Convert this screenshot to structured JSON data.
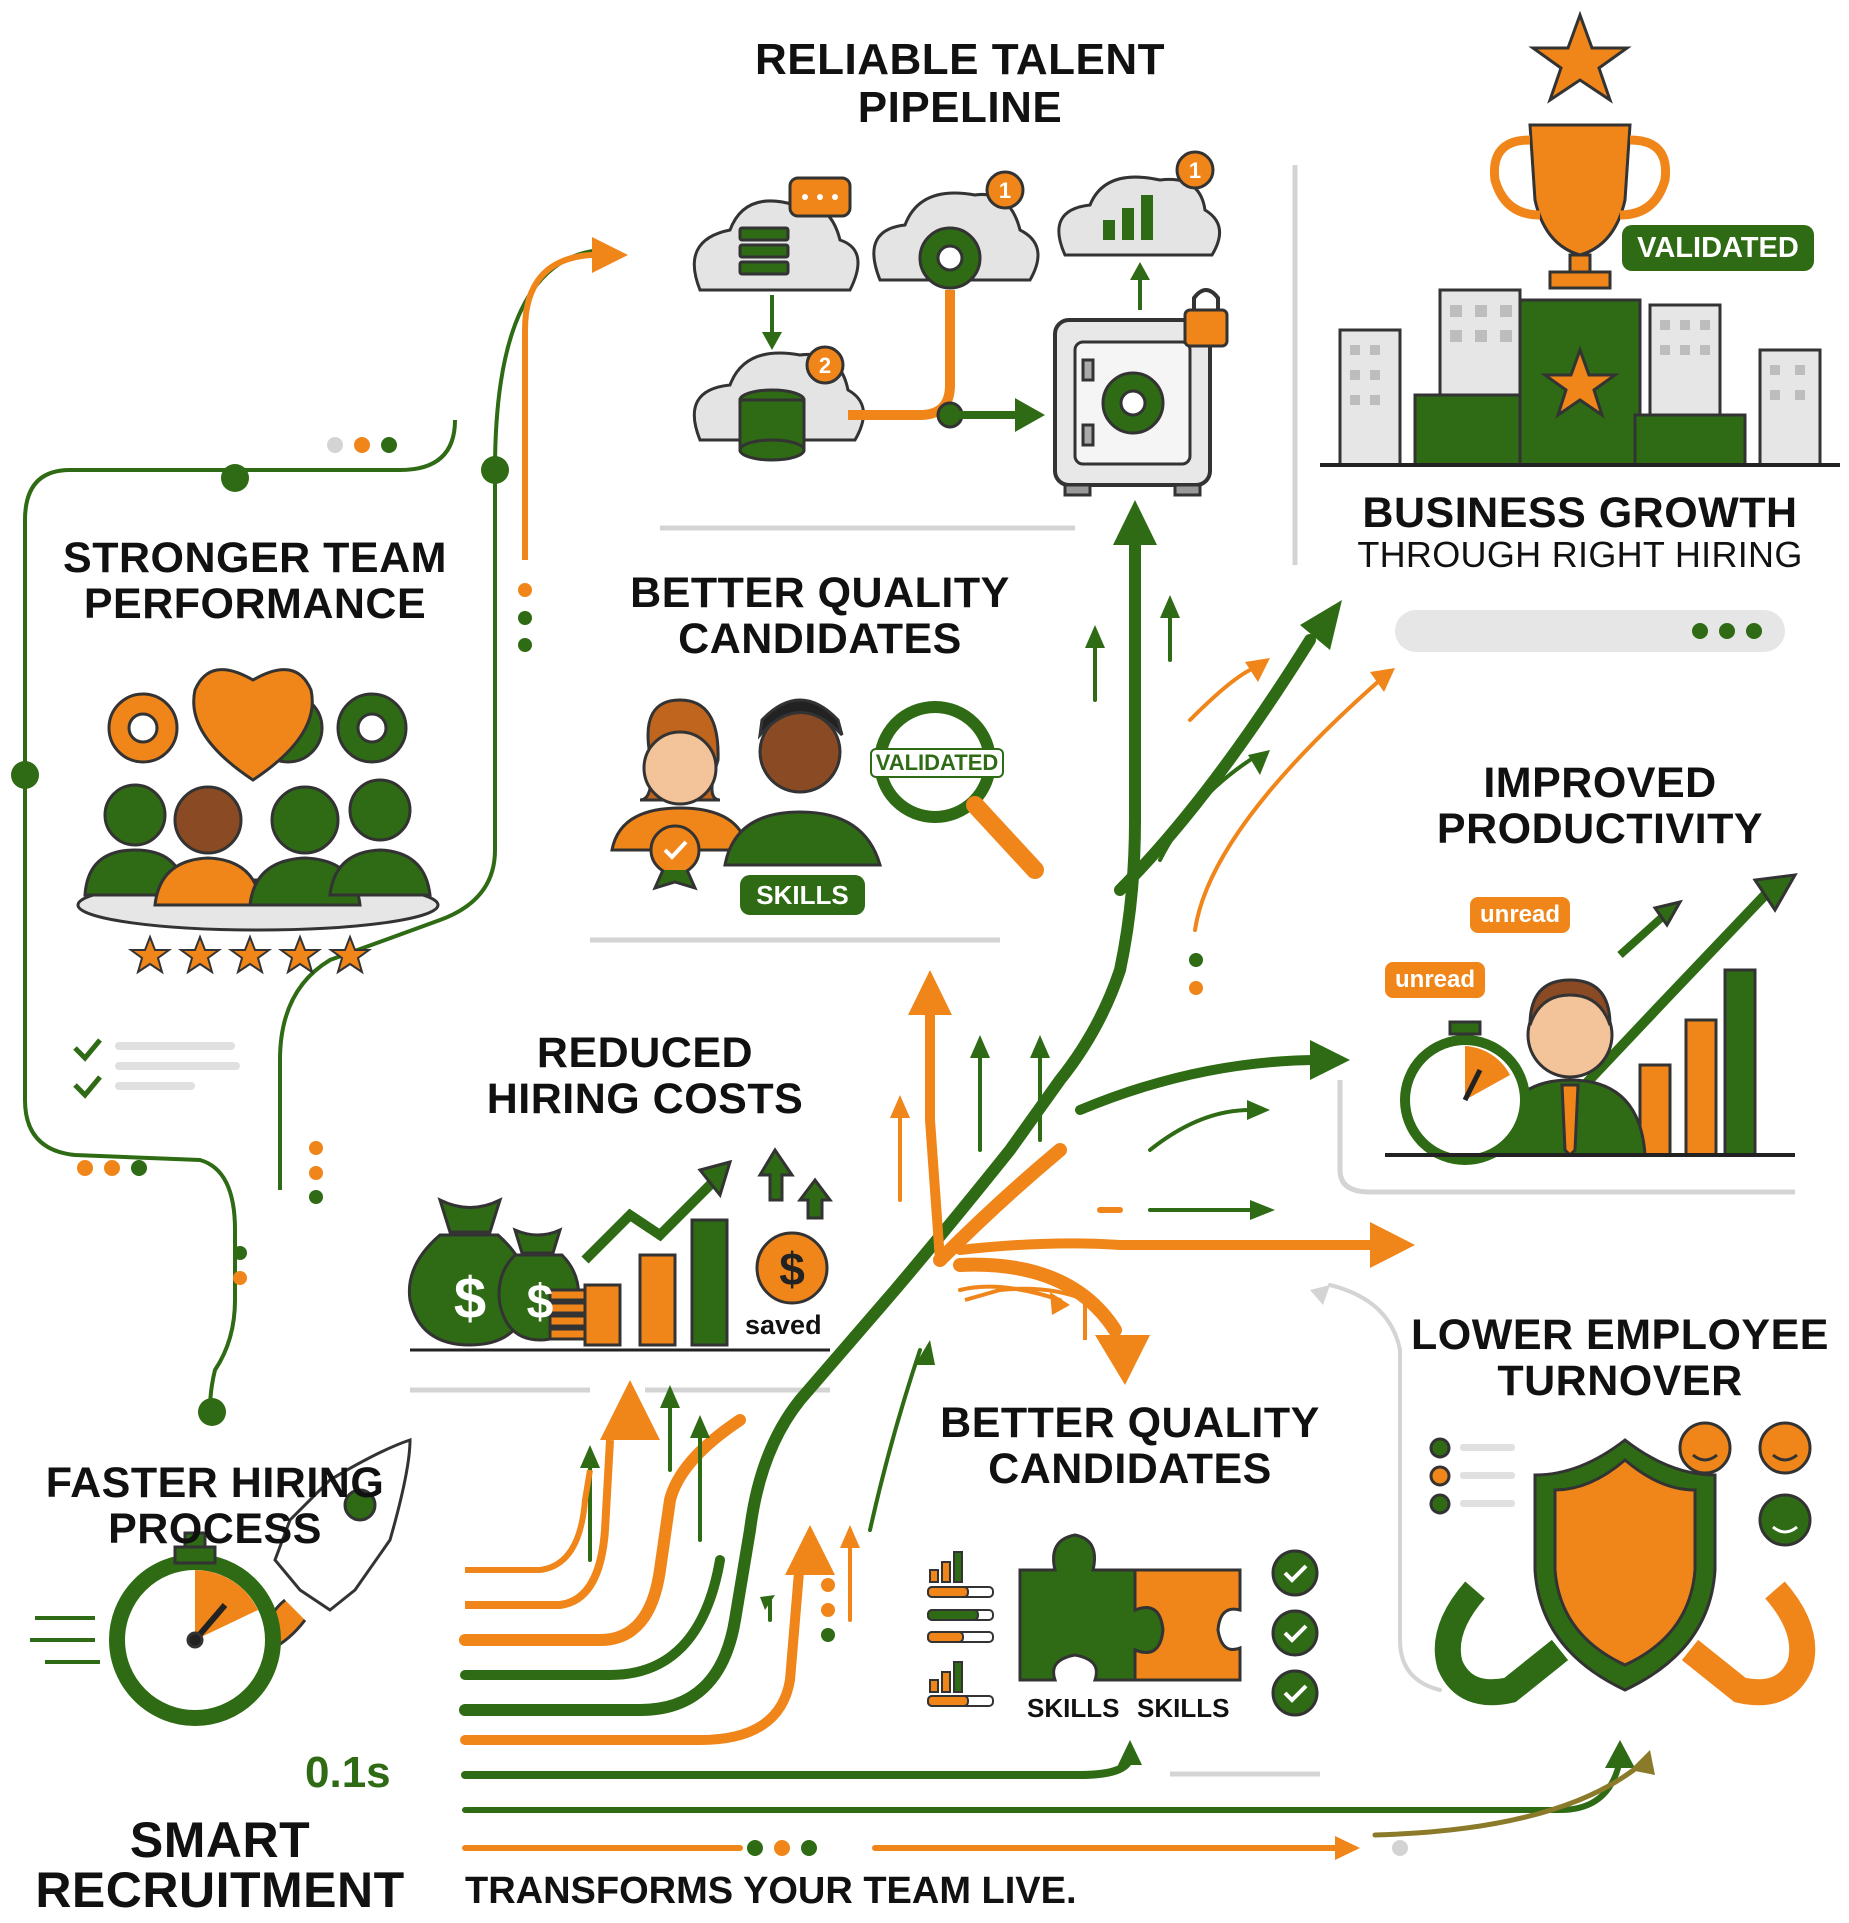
{
  "colors": {
    "green": "#2e6b14",
    "orange": "#f0861a",
    "gray": "#d4d4d4",
    "text": "#111111"
  },
  "sections": {
    "pipeline": {
      "title_1": "RELIABLE TALENT",
      "title_2": "PIPELINE",
      "badge_a": "1",
      "badge_b": "1",
      "badge_c": "2",
      "icon": "cloud-pipeline-safe-icon"
    },
    "business": {
      "title": "BUSINESS GROWTH",
      "subtitle": "THROUGH RIGHT HIRING",
      "tag": "VALIDATED",
      "icon": "trophy-podium-icon"
    },
    "team": {
      "title_1": "STRONGER TEAM",
      "title_2": "PERFORMANCE",
      "icon": "team-gears-heart-icon"
    },
    "quality_top": {
      "title_1": "BETTER QUALITY",
      "title_2": "CANDIDATES",
      "magnifier_tag": "VALIDATED",
      "skills_tag": "SKILLS",
      "icon": "candidates-magnifier-icon"
    },
    "productivity": {
      "title_1": "IMPROVED",
      "title_2": "PRODUCTIVITY",
      "bubble_1": "unread",
      "bubble_2": "unread",
      "icon": "stopwatch-growth-chart-icon"
    },
    "costs": {
      "title_1": "REDUCED",
      "title_2": "HIRING COSTS",
      "saved_label": "saved",
      "icon": "money-bags-chart-icon"
    },
    "quality_bottom": {
      "title_1": "BETTER QUALITY",
      "title_2": "CANDIDATES",
      "skills_left": "SKILLS",
      "skills_right": "SKILLS",
      "icon": "puzzle-skills-icon"
    },
    "turnover": {
      "title_1": "LOWER EMPLOYEE",
      "title_2": "TURNOVER",
      "icon": "shield-magnet-icon"
    },
    "faster": {
      "title_1": "FASTER HIRING",
      "title_2": "PROCESS",
      "time_label": "0.1s",
      "icon": "stopwatch-rocket-icon"
    }
  },
  "footer": {
    "brand_1": "SMART",
    "brand_2": "RECRUITMENT",
    "tagline": "TRANSFORMS YOUR TEAM LIVE."
  }
}
